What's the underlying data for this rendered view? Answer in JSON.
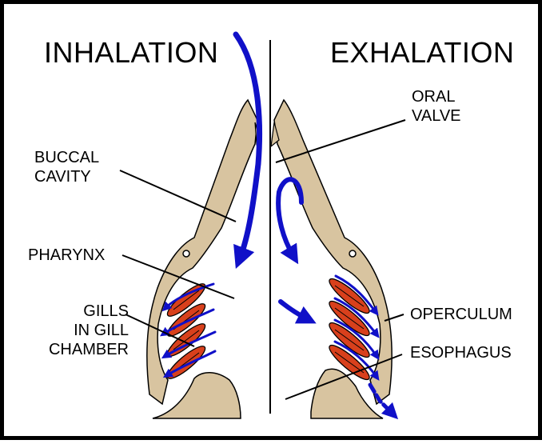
{
  "titles": {
    "left": "INHALATION",
    "right": "EXHALATION"
  },
  "labels": {
    "buccal": [
      "BUCCAL",
      "CAVITY"
    ],
    "pharynx": "PHARYNX",
    "gills": [
      "GILLS",
      "IN GILL",
      "CHAMBER"
    ],
    "oral_valve": [
      "ORAL",
      "VALVE"
    ],
    "operculum": "OPERCULUM",
    "esophagus": "ESOPHAGUS"
  },
  "colors": {
    "tissue": "#d8c4a0",
    "gill": "#d8401c",
    "flow": "#1010c8",
    "outline": "#000000"
  }
}
